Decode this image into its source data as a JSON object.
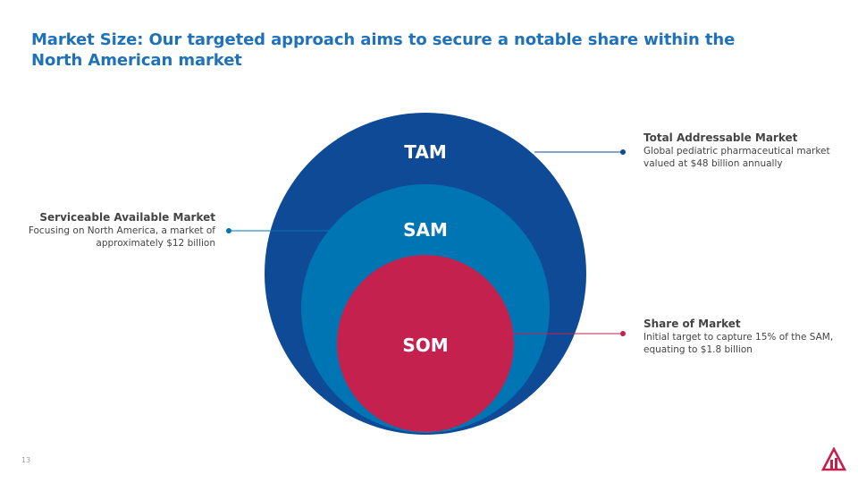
{
  "slide": {
    "title": "Market Size: Our targeted approach aims to secure a notable share within the North American market",
    "page_number": "13"
  },
  "diagram": {
    "circles": [
      {
        "key": "tam",
        "label": "TAM",
        "color": "#0f4a96"
      },
      {
        "key": "sam",
        "label": "SAM",
        "color": "#0075b4"
      },
      {
        "key": "som",
        "label": "SOM",
        "color": "#c4214f"
      }
    ]
  },
  "callouts": {
    "tam": {
      "title": "Total Addressable Market",
      "description": "Global pediatric pharmaceutical market valued at $48 billion annually"
    },
    "sam": {
      "title": "Serviceable Available Market",
      "description": "Focusing on North America, a market of approximately $12 billion"
    },
    "som": {
      "title": "Share of Market",
      "description": "Initial target to capture 15% of the SAM, equating to $1.8 billion"
    }
  },
  "colors": {
    "title": "#1f72b8",
    "tam": "#0f4a96",
    "sam": "#0075b4",
    "som": "#c4214f",
    "logo": "#c4214f"
  },
  "logo": {
    "icon": "company-logo-icon"
  }
}
